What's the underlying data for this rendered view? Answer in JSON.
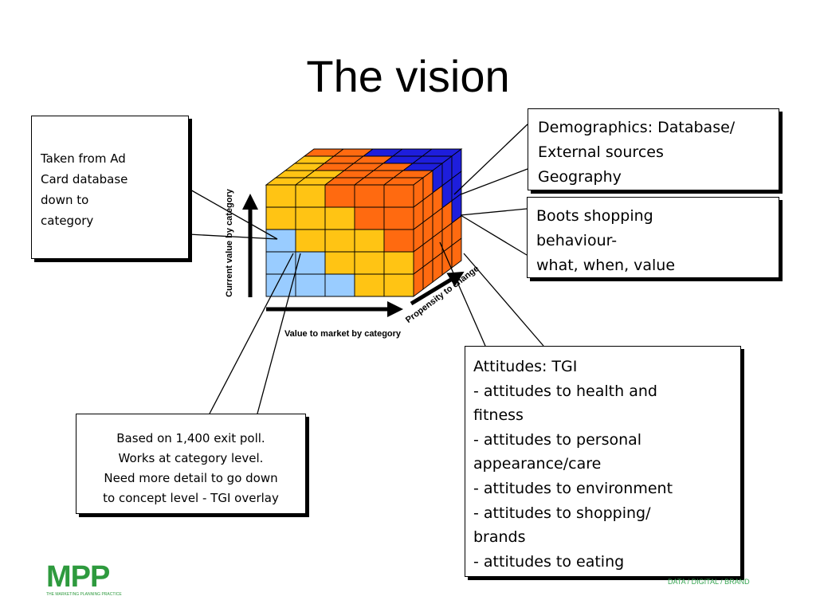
{
  "title": "The vision",
  "boxes": {
    "adcard": [
      "Taken from Ad",
      "Card database",
      "down to",
      "category"
    ],
    "demographics": [
      "Demographics: Database/",
      "External sources",
      "Geography"
    ],
    "boots": [
      "Boots shopping",
      "behaviour-",
      "what, when, value"
    ],
    "attitudes": [
      "Attitudes: TGI",
      "- attitudes to health and",
      "fitness",
      "- attitudes to personal",
      "appearance/care",
      "- attitudes to environment",
      "- attitudes to shopping/",
      "brands",
      "- attitudes to eating"
    ],
    "exit_poll": [
      "Based on 1,400 exit poll.",
      "Works at category level.",
      "Need more detail to go down",
      "to concept level - TGI overlay"
    ]
  },
  "axes": {
    "vertical": "Current value by category",
    "horizontal": "Value to market by category",
    "depth": "Propensity to change"
  },
  "cube": {
    "colors": {
      "yellow": "#ffc414",
      "orange": "#ff6a10",
      "blue": "#1e1edc",
      "light_blue": "#99ccff"
    },
    "front_face": [
      [
        "yellow",
        "yellow",
        "orange",
        "orange",
        "orange"
      ],
      [
        "yellow",
        "yellow",
        "yellow",
        "orange",
        "orange"
      ],
      [
        "light_blue",
        "yellow",
        "yellow",
        "yellow",
        "orange"
      ],
      [
        "light_blue",
        "light_blue",
        "yellow",
        "yellow",
        "yellow"
      ],
      [
        "light_blue",
        "light_blue",
        "light_blue",
        "yellow",
        "yellow"
      ]
    ],
    "top_face": [
      [
        "orange",
        "orange",
        "blue",
        "blue",
        "blue"
      ],
      [
        "yellow",
        "orange",
        "orange",
        "blue",
        "blue"
      ],
      [
        "yellow",
        "orange",
        "orange",
        "orange",
        "blue"
      ],
      [
        "yellow",
        "yellow",
        "orange",
        "orange",
        "orange"
      ],
      [
        "yellow",
        "yellow",
        "orange",
        "orange",
        "orange"
      ]
    ],
    "side_face": [
      [
        "orange",
        "orange",
        "blue",
        "blue",
        "blue"
      ],
      [
        "orange",
        "orange",
        "orange",
        "blue",
        "blue"
      ],
      [
        "orange",
        "orange",
        "orange",
        "orange",
        "blue"
      ],
      [
        "orange",
        "orange",
        "orange",
        "orange",
        "orange"
      ],
      [
        "orange",
        "orange",
        "orange",
        "orange",
        "orange"
      ]
    ]
  },
  "logo": {
    "mark": "MPP",
    "tagline": "THE MARKETING PLANNING PRACTICE"
  },
  "footer": "DATA / DIGITAL / BRAND"
}
